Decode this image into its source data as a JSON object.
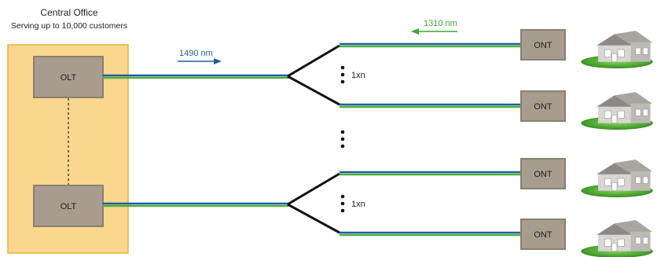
{
  "central_office": {
    "title": "Central Office",
    "subtitle": "Serving up to 10,000 customers"
  },
  "olts": [
    {
      "label": "OLT"
    },
    {
      "label": "OLT"
    }
  ],
  "splitters": [
    {
      "label": "1xn"
    },
    {
      "label": "1xn"
    }
  ],
  "onts": [
    {
      "label": "ONT"
    },
    {
      "label": "ONT"
    },
    {
      "label": "ONT"
    },
    {
      "label": "ONT"
    }
  ],
  "wavelengths": {
    "downstream": "1490 nm",
    "upstream": "1310 nm"
  },
  "colors": {
    "office_fill": "#fbd68e",
    "office_border": "#e8b23a",
    "box_fill": "#a79c8e",
    "box_border": "#8a8072",
    "fiber_blue": "#1f5f9e",
    "fiber_green": "#4caf3a",
    "upstream_arrow": "#3aa63a",
    "downstream_arrow": "#1f5f9e"
  }
}
